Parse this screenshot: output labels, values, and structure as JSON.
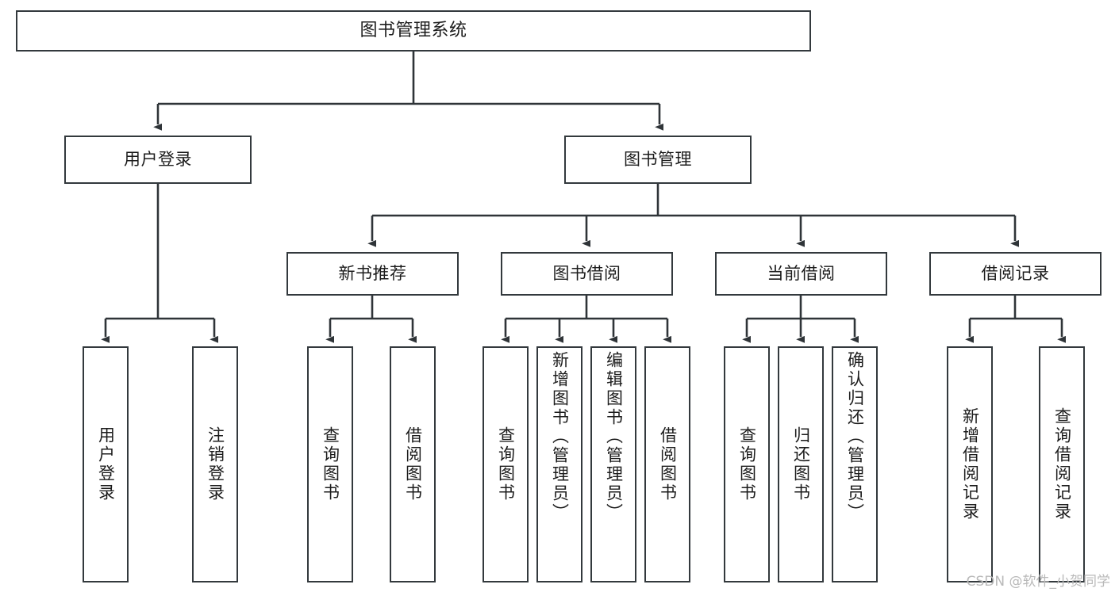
{
  "diagram": {
    "type": "tree-hierarchy",
    "title": "图书管理系统",
    "watermark": "CSDN @软件_小贺同学",
    "colors": {
      "box_border": "#33393d",
      "box_fill": "#ffffff",
      "edge": "#2f3438",
      "text": "#1c1c1c",
      "watermark": "#b9b9b9",
      "background": "#ffffff"
    },
    "levels": {
      "root": "图书管理系统",
      "level2": [
        "用户登录",
        "图书管理"
      ],
      "level3": [
        "新书推荐",
        "图书借阅",
        "当前借阅",
        "借阅记录"
      ]
    },
    "nodes": {
      "root": {
        "label": "图书管理系统"
      },
      "user_login": {
        "label": "用户登录"
      },
      "book_manage": {
        "label": "图书管理"
      },
      "new_book_rec": {
        "label": "新书推荐"
      },
      "book_borrow": {
        "label": "图书借阅"
      },
      "current_borrow": {
        "label": "当前借阅"
      },
      "borrow_record": {
        "label": "借阅记录"
      },
      "leaf_1": {
        "label": "用户登录"
      },
      "leaf_2": {
        "label": "注销登录"
      },
      "leaf_3": {
        "label": "查询图书"
      },
      "leaf_4": {
        "label": "借阅图书"
      },
      "leaf_5": {
        "label": "查询图书"
      },
      "leaf_6": {
        "label": "新增图书（管理员）"
      },
      "leaf_7": {
        "label": "编辑图书（管理员）"
      },
      "leaf_8": {
        "label": "借阅图书"
      },
      "leaf_9": {
        "label": "查询图书"
      },
      "leaf_10": {
        "label": "归还图书"
      },
      "leaf_11": {
        "label": "确认归还（管理员）"
      },
      "leaf_12": {
        "label": "新增借阅记录"
      },
      "leaf_13": {
        "label": "查询借阅记录"
      }
    },
    "edges": [
      {
        "from": "root",
        "to": "user_login"
      },
      {
        "from": "root",
        "to": "book_manage"
      },
      {
        "from": "book_manage",
        "to": "new_book_rec"
      },
      {
        "from": "book_manage",
        "to": "book_borrow"
      },
      {
        "from": "book_manage",
        "to": "current_borrow"
      },
      {
        "from": "book_manage",
        "to": "borrow_record"
      },
      {
        "from": "user_login",
        "to": "leaf_1"
      },
      {
        "from": "user_login",
        "to": "leaf_2"
      },
      {
        "from": "new_book_rec",
        "to": "leaf_3"
      },
      {
        "from": "new_book_rec",
        "to": "leaf_4"
      },
      {
        "from": "book_borrow",
        "to": "leaf_5"
      },
      {
        "from": "book_borrow",
        "to": "leaf_6"
      },
      {
        "from": "book_borrow",
        "to": "leaf_7"
      },
      {
        "from": "book_borrow",
        "to": "leaf_8"
      },
      {
        "from": "current_borrow",
        "to": "leaf_9"
      },
      {
        "from": "current_borrow",
        "to": "leaf_10"
      },
      {
        "from": "current_borrow",
        "to": "leaf_11"
      },
      {
        "from": "borrow_record",
        "to": "leaf_12"
      },
      {
        "from": "borrow_record",
        "to": "leaf_13"
      }
    ]
  }
}
